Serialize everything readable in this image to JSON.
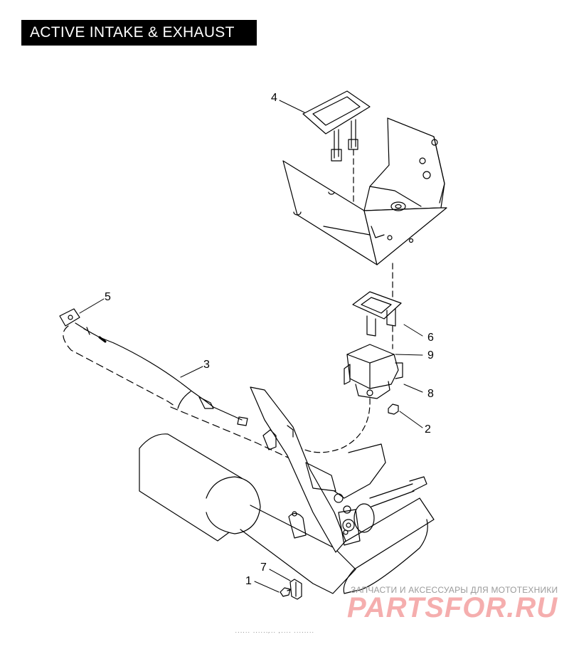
{
  "title": "ACTIVE INTAKE & EXHAUST",
  "callouts": [
    {
      "id": "1",
      "label": "1"
    },
    {
      "id": "2",
      "label": "2"
    },
    {
      "id": "3",
      "label": "3"
    },
    {
      "id": "4",
      "label": "4"
    },
    {
      "id": "5",
      "label": "5"
    },
    {
      "id": "6",
      "label": "6"
    },
    {
      "id": "7",
      "label": "7"
    },
    {
      "id": "8",
      "label": "8"
    },
    {
      "id": "9",
      "label": "9"
    }
  ],
  "watermark": {
    "subtitle": "ЗАПЧАСТИ И АКСЕССУАРЫ ДЛЯ МОТОТЕХНИКИ",
    "logo": "PARTSFOR.RU"
  },
  "ref_code": "...... ......,.. ,.... ........"
}
